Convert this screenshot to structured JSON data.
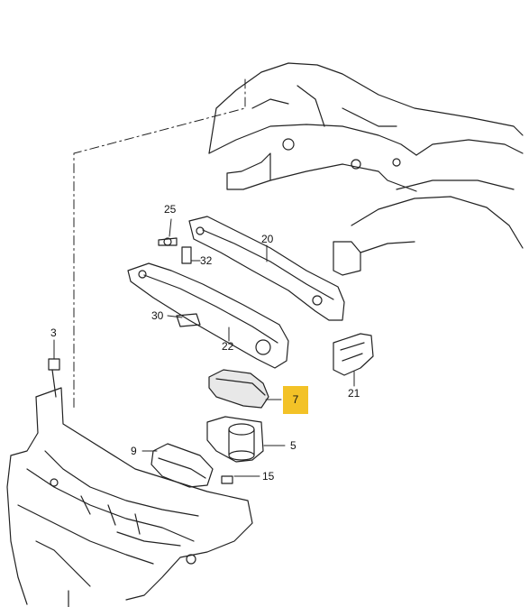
{
  "diagram": {
    "highlight_color": "#f3c227",
    "parts": [
      {
        "id": "25",
        "label": "25"
      },
      {
        "id": "20",
        "label": "20"
      },
      {
        "id": "32",
        "label": "32"
      },
      {
        "id": "30",
        "label": "30"
      },
      {
        "id": "22",
        "label": "22"
      },
      {
        "id": "3",
        "label": "3"
      },
      {
        "id": "21",
        "label": "21"
      },
      {
        "id": "7",
        "label": "7",
        "highlighted": true
      },
      {
        "id": "5",
        "label": "5"
      },
      {
        "id": "9",
        "label": "9"
      },
      {
        "id": "15",
        "label": "15"
      }
    ]
  }
}
